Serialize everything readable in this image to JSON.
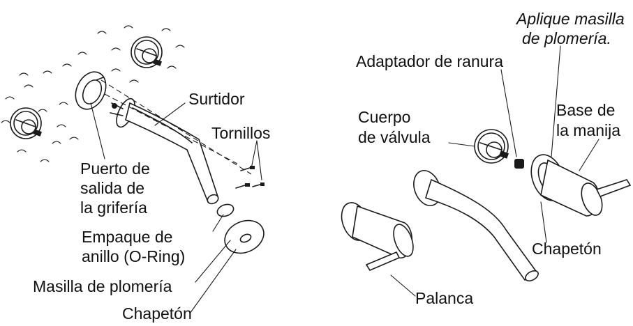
{
  "left_diagram": {
    "labels": {
      "spout": "Surtidor",
      "screws": "Tornillos",
      "outlet_port": [
        "Puerto de",
        "salida de",
        "la grifería"
      ],
      "o_ring": [
        "Empaque de",
        "anillo (O-Ring)"
      ],
      "putty": "Masilla de plomería",
      "escutcheon": "Chapetón"
    }
  },
  "right_diagram": {
    "labels": {
      "apply_putty": [
        "Aplique masilla",
        "de plomería."
      ],
      "spline_adapter": "Adaptador de ranura",
      "valve_body": [
        "Cuerpo",
        "de válvula"
      ],
      "handle_base": [
        "Base de",
        "la manija"
      ],
      "escutcheon": "Chapetón",
      "lever": "Palanca"
    }
  }
}
